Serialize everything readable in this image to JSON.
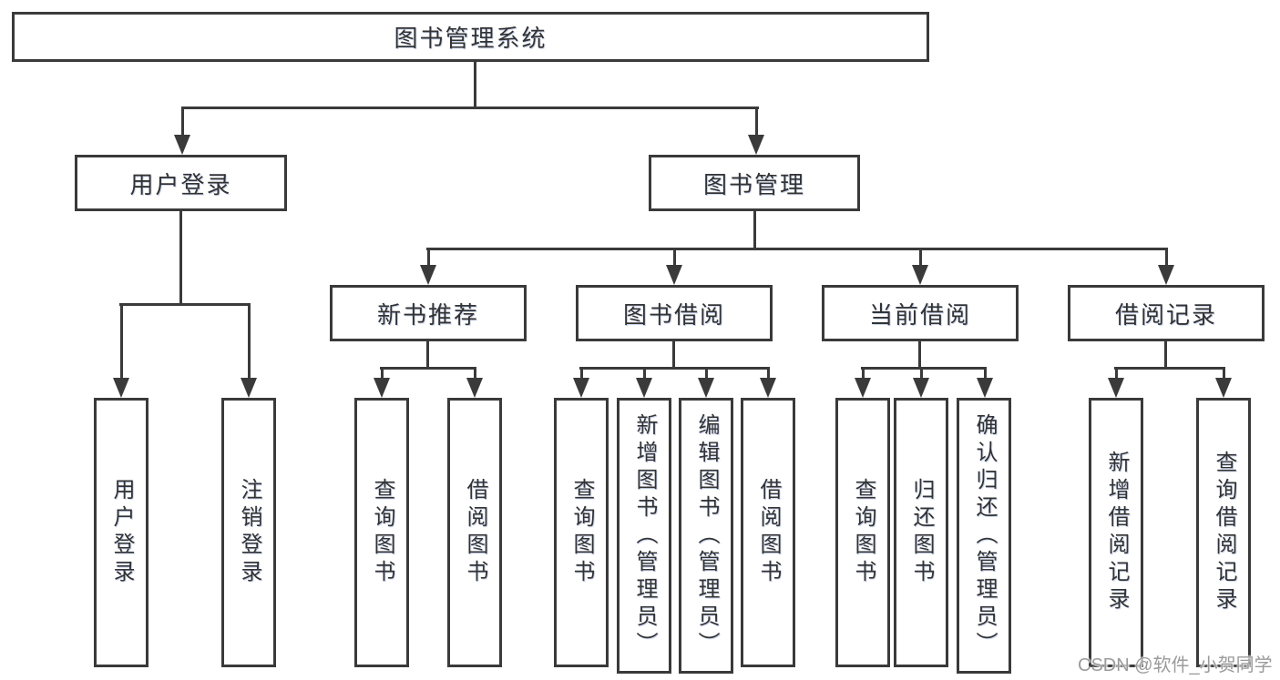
{
  "diagram": {
    "root": {
      "label": "图书管理系统"
    },
    "branches": [
      {
        "label": "用户登录",
        "children": [
          {
            "label": "用户登录"
          },
          {
            "label": "注销登录"
          }
        ]
      },
      {
        "label": "图书管理",
        "children": [
          {
            "label": "新书推荐",
            "children": [
              {
                "label": "查询图书"
              },
              {
                "label": "借阅图书"
              }
            ]
          },
          {
            "label": "图书借阅",
            "children": [
              {
                "label": "查询图书"
              },
              {
                "label": "新增图书（管理员）"
              },
              {
                "label": "编辑图书（管理员）"
              },
              {
                "label": "借阅图书"
              }
            ]
          },
          {
            "label": "当前借阅",
            "children": [
              {
                "label": "查询图书"
              },
              {
                "label": "归还图书"
              },
              {
                "label": "确认归还（管理员）"
              }
            ]
          },
          {
            "label": "借阅记录",
            "children": [
              {
                "label": "新增借阅记录"
              },
              {
                "label": "查询借阅记录"
              }
            ]
          }
        ]
      }
    ],
    "watermark": "CSDN @软件_小贺同学",
    "colors": {
      "line": "#3a3a3a",
      "text": "#333333",
      "background": "#ffffff",
      "watermark": "#9b9b9b"
    }
  }
}
